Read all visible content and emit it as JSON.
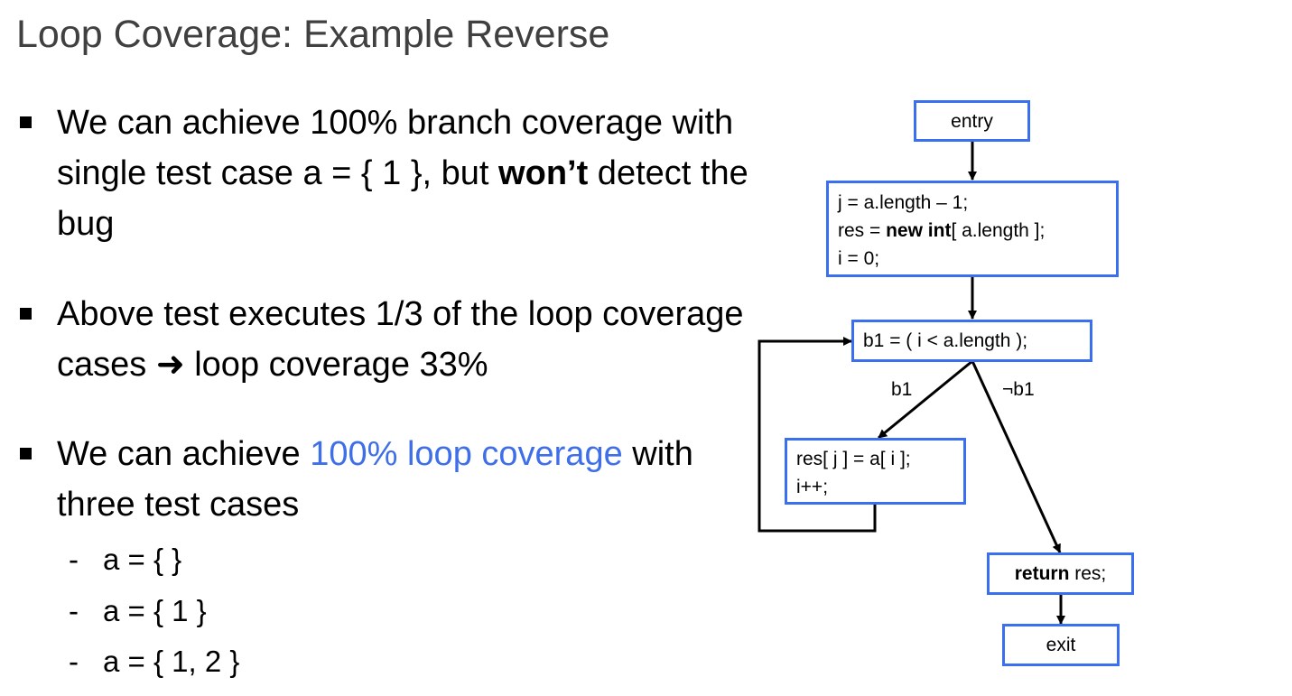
{
  "title": "Loop Coverage: Example Reverse",
  "bullets": [
    {
      "part1": "We can achieve 100% branch coverage with single test case a = { 1 }, but ",
      "bold": "won’t",
      "part2": " detect the bug"
    },
    {
      "part1": "Above test executes 1/3 of the loop coverage cases ",
      "arrow": "➜",
      "part2": " loop coverage 33%"
    },
    {
      "part1": "We can achieve ",
      "highlight": "100% loop coverage",
      "part2": " with three test cases",
      "highlight_color": "#3f6fe8"
    }
  ],
  "sub_bullets": [
    {
      "dash": "-",
      "text": "a = { }"
    },
    {
      "dash": "-",
      "text": "a = { 1 }"
    },
    {
      "dash": "-",
      "text": "a = { 1, 2 }"
    }
  ],
  "cfg": {
    "border_color": "#3a6ff0",
    "entry": "entry",
    "init": {
      "line1": "j = a.length – 1;",
      "line2_pre": "res = ",
      "line2_bold": "new int",
      "line2_post": "[ a.length ];",
      "line3": "i = 0;"
    },
    "cond": "b1 = ( i < a.length );",
    "body": {
      "line1": "res[ j ] = a[ i ];",
      "line2": "i++;"
    },
    "ret": {
      "bold": "return",
      "rest": " res;"
    },
    "exit": "exit",
    "label_true": "b1",
    "label_false": "¬b1"
  }
}
